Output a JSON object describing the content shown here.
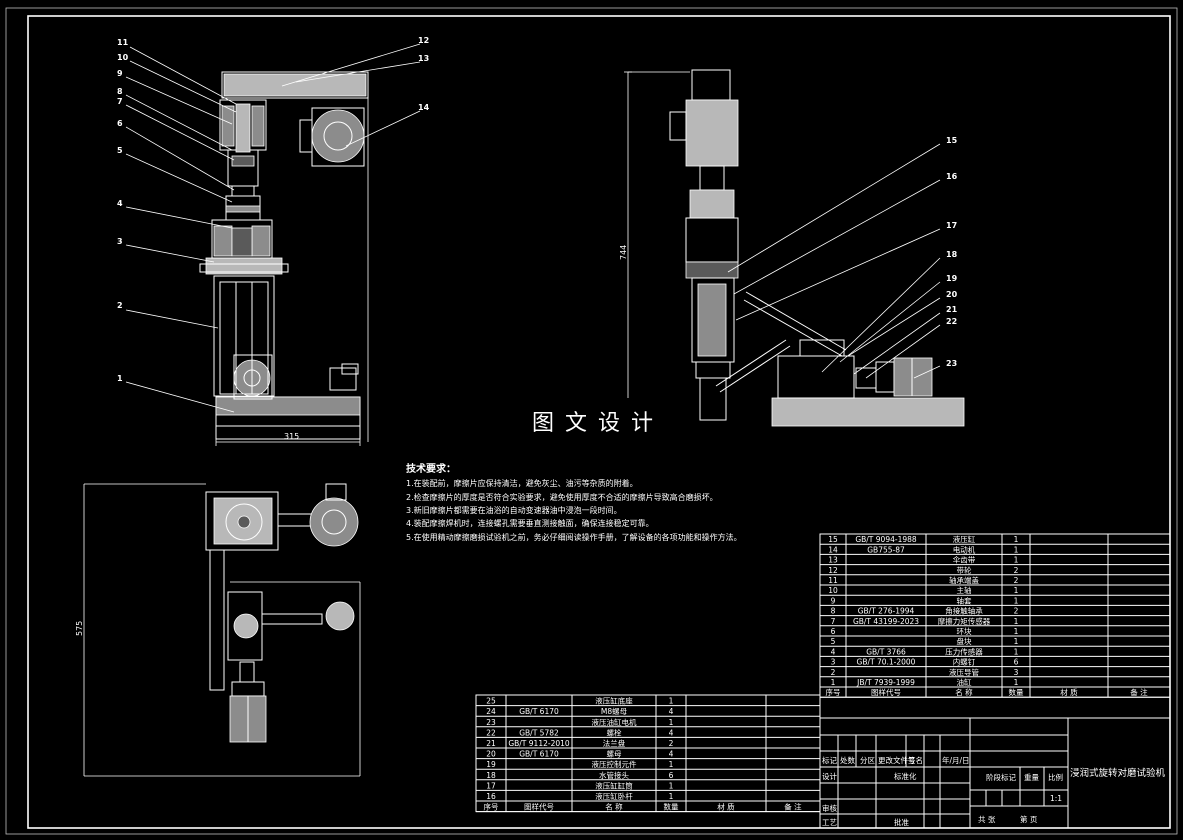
{
  "watermark": "图 文 设 计",
  "dimensions": {
    "width_front": "315",
    "height_side": "744",
    "height_top": "575"
  },
  "front_labels": [
    "11",
    "10",
    "9",
    "8",
    "7",
    "6",
    "5",
    "4",
    "3",
    "2",
    "1"
  ],
  "front_labels_right": [
    "12",
    "13",
    "14"
  ],
  "side_labels": [
    "15",
    "16",
    "17",
    "18",
    "19",
    "20",
    "21",
    "22",
    "23"
  ],
  "requirements": {
    "title": "技术要求：",
    "items": [
      "1.在装配前，摩擦片应保持清洁，避免灰尘、油污等杂质的附着。",
      "2.检查摩擦片的厚度是否符合实验要求，避免使用厚度不合适的摩擦片导致高合磨损坏。",
      "3.新旧摩擦片都需要在油浴的自动变速器油中浸泡一段时间。",
      "4.装配摩擦焊机时，连接螺孔需要垂直测接触面，确保连接稳定可靠。",
      "5.在使用精动摩擦磨损试验机之前，务必仔细阅读操作手册，了解设备的各项功能和操作方法。"
    ]
  },
  "bom_right": {
    "rows": [
      {
        "no": "15",
        "code": "GB/T 9094-1988",
        "name": "液压缸",
        "qty": "1"
      },
      {
        "no": "14",
        "code": "GB755-87",
        "name": "电动机",
        "qty": "1"
      },
      {
        "no": "13",
        "code": "",
        "name": "伞齿带",
        "qty": "1"
      },
      {
        "no": "12",
        "code": "",
        "name": "带轮",
        "qty": "2"
      },
      {
        "no": "11",
        "code": "",
        "name": "轴承端盖",
        "qty": "2"
      },
      {
        "no": "10",
        "code": "",
        "name": "主轴",
        "qty": "1"
      },
      {
        "no": "9",
        "code": "",
        "name": "轴套",
        "qty": "1"
      },
      {
        "no": "8",
        "code": "GB/T 276-1994",
        "name": "角接触轴承",
        "qty": "2"
      },
      {
        "no": "7",
        "code": "GB/T 43199-2023",
        "name": "摩擦力矩传感器",
        "qty": "1"
      },
      {
        "no": "6",
        "code": "",
        "name": "环块",
        "qty": "1"
      },
      {
        "no": "5",
        "code": "",
        "name": "盘块",
        "qty": "1"
      },
      {
        "no": "4",
        "code": "GB/T 3766",
        "name": "压力传感器",
        "qty": "1"
      },
      {
        "no": "3",
        "code": "GB/T 70.1-2000",
        "name": "内螺钉",
        "qty": "6"
      },
      {
        "no": "2",
        "code": "",
        "name": "液压导管",
        "qty": "3"
      },
      {
        "no": "1",
        "code": "JB/T 7939-1999",
        "name": "油缸",
        "qty": "1"
      }
    ],
    "header": {
      "no": "序号",
      "code": "图样代号",
      "name": "名 称",
      "qty": "数量",
      "mat": "材 质",
      "note": "备 注"
    }
  },
  "bom_left": {
    "rows": [
      {
        "no": "25",
        "code": "",
        "name": "液压缸底座",
        "qty": "1"
      },
      {
        "no": "24",
        "code": "GB/T 6170",
        "name": "M8螺母",
        "qty": "4"
      },
      {
        "no": "23",
        "code": "",
        "name": "液压油缸电机",
        "qty": "1"
      },
      {
        "no": "22",
        "code": "GB/T 5782",
        "name": "螺栓",
        "qty": "4"
      },
      {
        "no": "21",
        "code": "GB/T 9112-2010",
        "name": "法兰盘",
        "qty": "2"
      },
      {
        "no": "20",
        "code": "GB/T 6170",
        "name": "螺母",
        "qty": "4"
      },
      {
        "no": "19",
        "code": "",
        "name": "液压控制元件",
        "qty": "1"
      },
      {
        "no": "18",
        "code": "",
        "name": "水管接头",
        "qty": "6"
      },
      {
        "no": "17",
        "code": "",
        "name": "液压缸缸筒",
        "qty": "1"
      },
      {
        "no": "16",
        "code": "",
        "name": "液压缸卧杆",
        "qty": "1"
      }
    ],
    "header": {
      "no": "序号",
      "code": "图样代号",
      "name": "名 称",
      "qty": "数量",
      "mat": "材 质",
      "note": "备 注"
    }
  },
  "title_block": {
    "title": "浸润式旋转对磨试验机",
    "marks": [
      "标记",
      "处数",
      "分区",
      "更改文件号",
      "签名",
      "年/月/日"
    ],
    "roles": [
      "设计",
      "标准化",
      "审核",
      "工艺",
      "批准"
    ],
    "stage": "阶段标记",
    "weight": "重量",
    "scale_label": "比例",
    "scale": "1:1",
    "sheets": "共 张",
    "sheet": "第 页"
  }
}
